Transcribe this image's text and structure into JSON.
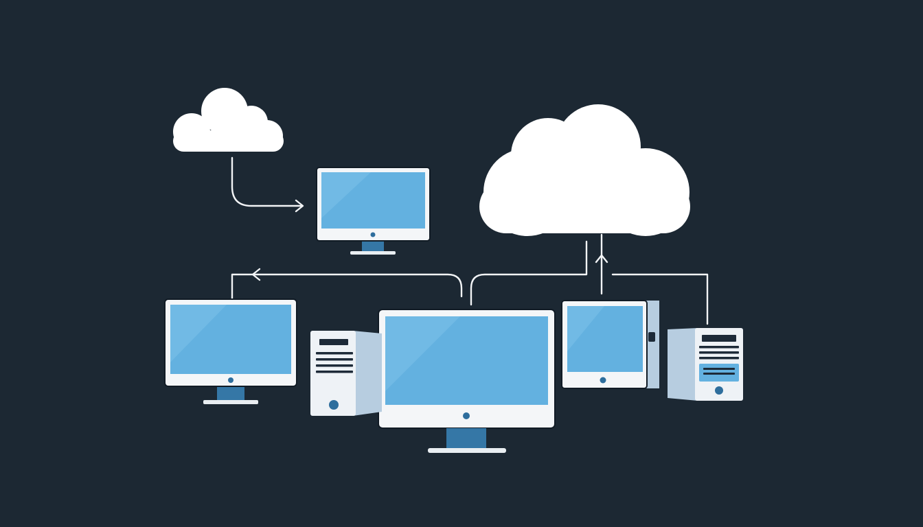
{
  "palette": {
    "background": "#1c2833",
    "cloud": "#ffffff",
    "line": "#f2f4f6",
    "bezel": "#f4f6f8",
    "bezel_edge": "#111b25",
    "screen": "#63b1e0",
    "screen_highlight": "#8ccbef",
    "stand": "#3577a6",
    "stand_base": "#e9eef2",
    "button": "#2e6e9d",
    "tower_front": "#eef2f6",
    "tower_side": "#b7cde0",
    "tower_slot": "#1d2a38",
    "tower_panel": "#63b1e0"
  },
  "diagram": {
    "nodes": [
      {
        "id": "cloud-small",
        "kind": "cloud",
        "icon": "cloud-icon"
      },
      {
        "id": "cloud-large",
        "kind": "cloud",
        "icon": "cloud-icon"
      },
      {
        "id": "monitor-upper",
        "kind": "monitor",
        "icon": "monitor-icon"
      },
      {
        "id": "monitor-left",
        "kind": "monitor",
        "icon": "monitor-icon"
      },
      {
        "id": "monitor-center",
        "kind": "monitor",
        "icon": "monitor-icon"
      },
      {
        "id": "monitor-right",
        "kind": "monitor",
        "icon": "monitor-icon"
      },
      {
        "id": "tower-left",
        "kind": "desktop-tower",
        "icon": "desktop-tower-icon"
      },
      {
        "id": "tower-right",
        "kind": "desktop-tower",
        "icon": "desktop-tower-icon"
      }
    ],
    "edges": [
      {
        "from": "cloud-small",
        "to": "monitor-upper",
        "arrow": "end"
      },
      {
        "from": "monitor-center",
        "to": "monitor-left",
        "arrow": "end"
      },
      {
        "from": "monitor-center",
        "to": "cloud-large",
        "arrow": "none"
      },
      {
        "from": "monitor-right",
        "to": "cloud-large",
        "arrow": "end"
      },
      {
        "from": "tower-right",
        "to": "cloud-large",
        "arrow": "none"
      }
    ]
  }
}
